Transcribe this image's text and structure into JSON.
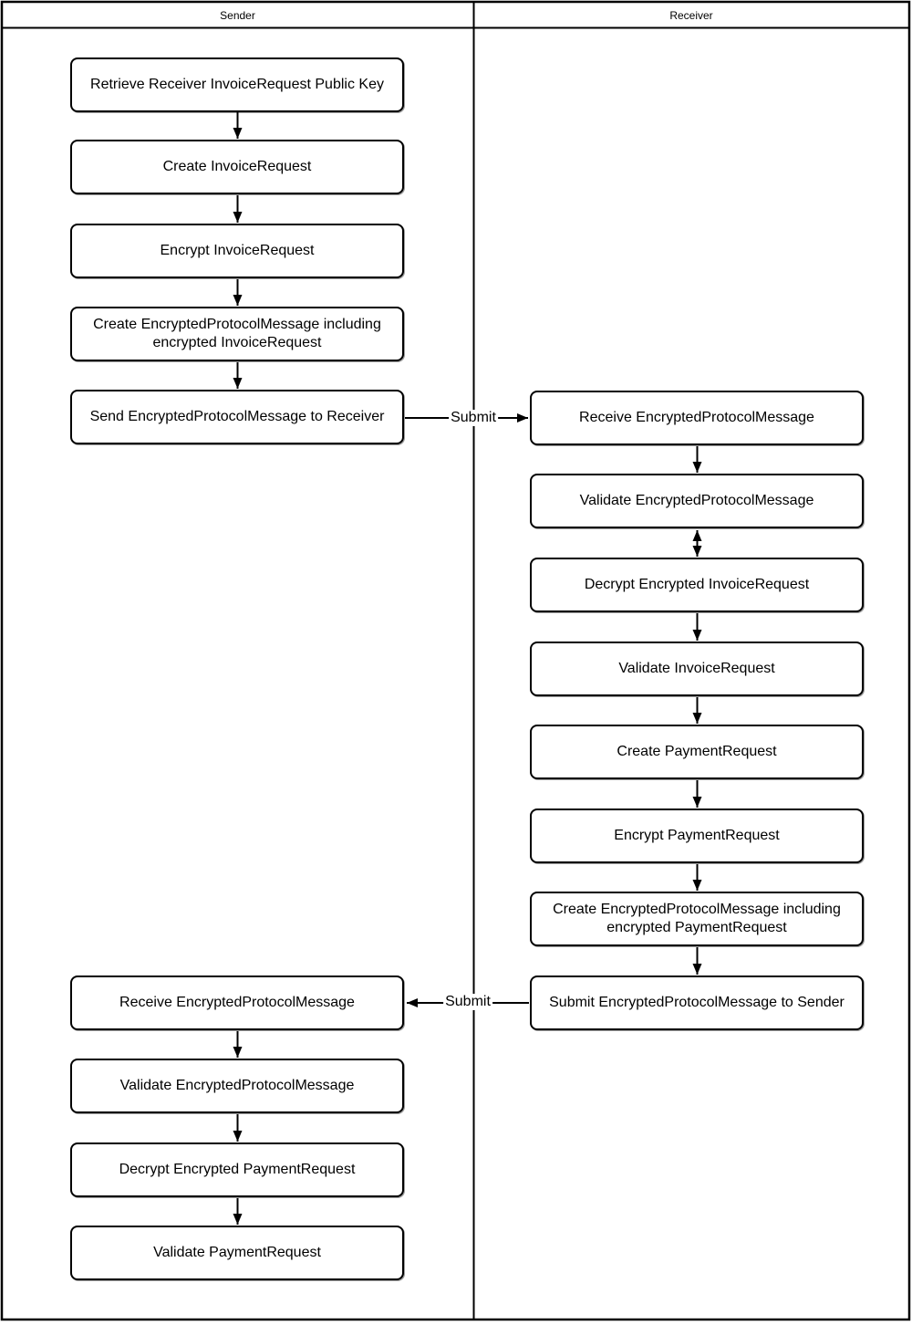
{
  "diagram": {
    "header": {
      "sender": "Sender",
      "receiver": "Receiver"
    },
    "sender_steps": [
      "Retrieve Receiver InvoiceRequest Public Key",
      "Create InvoiceRequest",
      "Encrypt InvoiceRequest",
      "Create EncryptedProtocolMessage including encrypted InvoiceRequest",
      "Send EncryptedProtocolMessage to Receiver",
      "Receive EncryptedProtocolMessage",
      "Validate EncryptedProtocolMessage",
      "Decrypt Encrypted PaymentRequest",
      "Validate PaymentRequest"
    ],
    "receiver_steps": [
      "Receive EncryptedProtocolMessage",
      "Validate EncryptedProtocolMessage",
      "Decrypt Encrypted InvoiceRequest",
      "Validate InvoiceRequest",
      "Create PaymentRequest",
      "Encrypt PaymentRequest",
      "Create EncryptedProtocolMessage including encrypted PaymentRequest",
      "Submit EncryptedProtocolMessage to Sender"
    ],
    "edge_labels": {
      "sender_to_receiver": "Submit",
      "receiver_to_sender": "Submit"
    },
    "colors": {
      "line": "#000000",
      "box_fill": "#ffffff",
      "background": "#ffffff",
      "text": "#000000"
    }
  }
}
